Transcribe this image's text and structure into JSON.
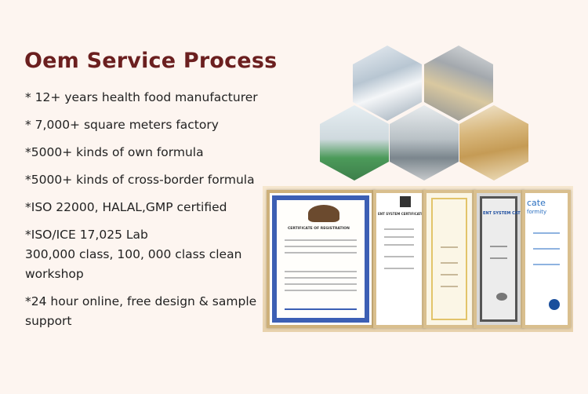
{
  "title": "Oem Service Process",
  "bullets": [
    "* 12+ years health food manufacturer",
    "* 7,000+ square meters factory",
    "*5000+ kinds of own formula",
    "*5000+ kinds of cross-border formula",
    "*ISO 22000, HALAL,GMP certified",
    "*ISO/ICE 17,025 Lab",
    "300,000 class, 100, 000 class clean",
    "workshop",
    "*24 hour online, free design & sample",
    "support"
  ],
  "certificates": {
    "c1": "CERTIFICATE OF REGISTRATION",
    "c2": "ENT SYSTEM CERTIFICATE",
    "c4": "ENT SYSTEM CATE",
    "c5a": "cate",
    "c5b": "formity"
  },
  "colors": {
    "title": "#6b1f1f",
    "background": "#fdf5f0",
    "text": "#222222"
  }
}
